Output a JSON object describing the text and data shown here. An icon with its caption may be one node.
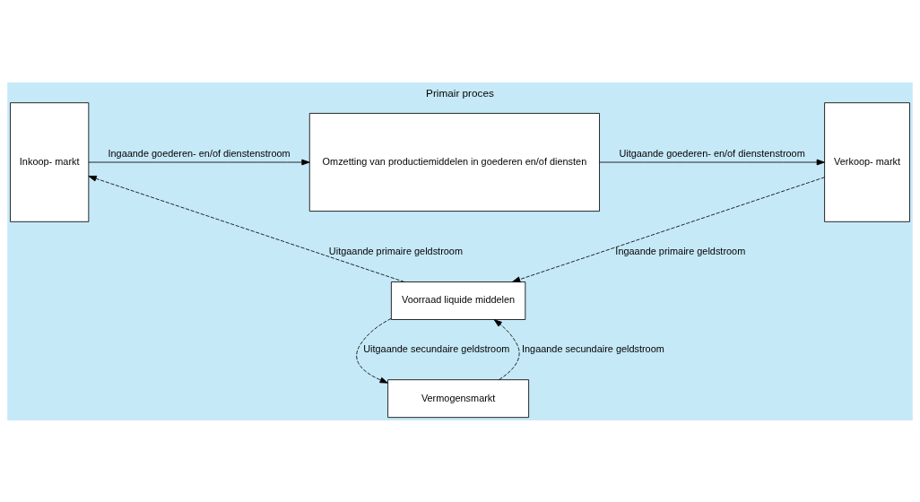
{
  "diagram": {
    "title": "Primair proces",
    "nodes": [
      {
        "text": [
          "Inkoop- markt"
        ]
      },
      {
        "text": [
          "Omzetting van productiemiddelen in goederen en/of diensten"
        ]
      },
      {
        "text": [
          "Voorraad liquide middelen"
        ]
      },
      {
        "text": [
          "Verkoop- markt"
        ]
      },
      {
        "text": [
          "Vermogensmarkt"
        ]
      }
    ],
    "edges": [
      {
        "from": 0,
        "to": 1,
        "arrow": "to",
        "label": "Ingaande goederen- en/of dienstenstroom"
      },
      {
        "from": 1,
        "to": 3,
        "arrow": "to",
        "label": "Uitgaande goederen- en/of dienstenstroom"
      },
      {
        "from": 2,
        "to": 0,
        "arrow": "to",
        "label": "Uitgaande primaire geldstroom",
        "style": "dashed"
      },
      {
        "from": 3,
        "to": 2,
        "arrow": "to",
        "label": "Ingaande primaire geldstroom",
        "style": "dashed"
      },
      {
        "from": 2,
        "to": 4,
        "arrow": "to",
        "label": "Uitgaande secundaire geldstroom",
        "style": "dashed"
      },
      {
        "from": 4,
        "to": 2,
        "arrow": "to",
        "label": "Ingaande secundaire geldstroom",
        "style": "dashed"
      }
    ]
  }
}
